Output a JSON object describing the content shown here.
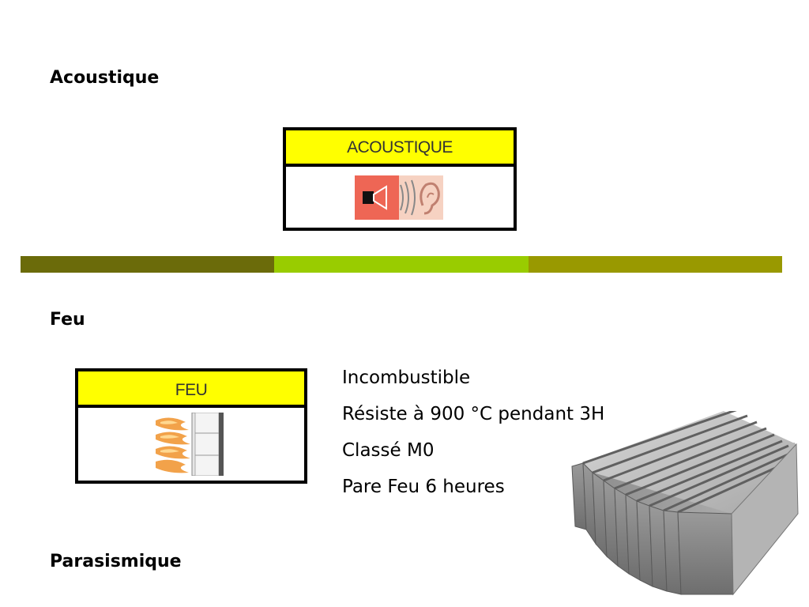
{
  "sections": {
    "acoustique": "Acoustique",
    "feu": "Feu",
    "parasismique": "Parasismique"
  },
  "badges": {
    "acoustique": {
      "label": "ACOUSTIQUE",
      "icon": "speaker-ear-icon"
    },
    "feu": {
      "label": "FEU",
      "icon": "flame-wall-icon"
    }
  },
  "divider_colors": [
    "#6b6b0a",
    "#99cc00",
    "#999900"
  ],
  "feu_properties": [
    "Incombustible",
    "Résiste à 900 °C pendant 3H",
    "Classé M0",
    "Pare Feu 6 heures"
  ],
  "image": {
    "icon": "concrete-brick-image"
  }
}
